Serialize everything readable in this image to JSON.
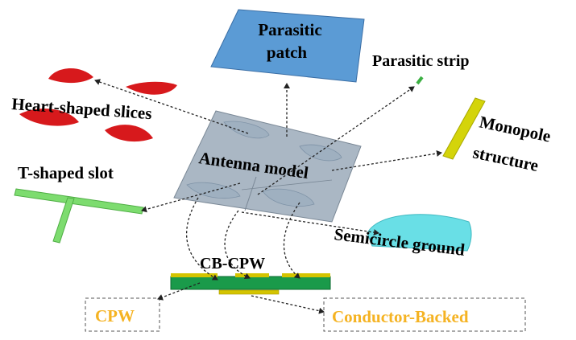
{
  "labels": {
    "parasitic_patch_line1": "Parasitic",
    "parasitic_patch_line2": "patch",
    "parasitic_strip": "Parasitic strip",
    "heart_slices": "Heart-shaped slices",
    "monopole_line1": "Monopole",
    "monopole_line2": "structure",
    "antenna_model": "Antenna model",
    "t_slot": "T-shaped slot",
    "semicircle_ground": "Semicircle ground",
    "cb_cpw": "CB-CPW",
    "cpw": "CPW",
    "conductor_backed": "Conductor-Backed"
  },
  "colors": {
    "patch_blue": "#5b9bd5",
    "heart_red": "#d7191c",
    "strip_green": "#3cb043",
    "t_slot_green": "#7ddc6f",
    "monopole_yellow": "#d4d40a",
    "ground_cyan": "#69dfe6",
    "board_gray": "#aab7c4",
    "callout_orange": "#f5b323"
  }
}
